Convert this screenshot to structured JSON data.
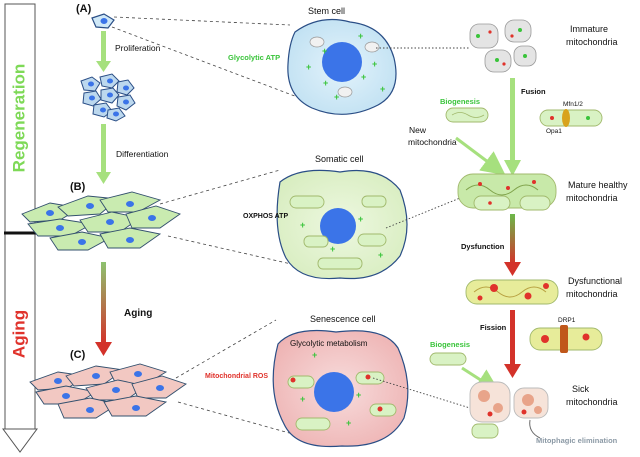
{
  "side_bar": {
    "top_label": "Regeneration",
    "bottom_label": "Aging",
    "top_color": "#7ed957",
    "bottom_color": "#e0322b"
  },
  "panels": {
    "a": {
      "tag": "(A)",
      "cell_title": "Stem cell",
      "energy_label": "Glycolytic ATP",
      "energy_color": "#39c43a"
    },
    "b": {
      "tag": "(B)",
      "cell_title": "Somatic cell",
      "energy_label": "OXPHOS ATP",
      "energy_color": "#111111"
    },
    "c": {
      "tag": "(C)",
      "cell_title": "Senescence cell",
      "metabolism_label": "Glycolytic metabolism",
      "ros_label": "Mitochondrial ROS",
      "ros_color": "#e0322b"
    }
  },
  "flow": {
    "proliferation": "Proliferation",
    "differentiation": "Differentiation",
    "aging": "Aging"
  },
  "mito": {
    "immature": [
      "Immature",
      "mitochondria"
    ],
    "fusion": "Fusion",
    "mfn": "Mfn1/2",
    "opa": "Opa1",
    "biogenesis_top": "Biogenesis",
    "new": [
      "New",
      "mitochondria"
    ],
    "mature": [
      "Mature healthy",
      "mitochondria"
    ],
    "dysfunction": "Dysfunction",
    "dysfunctional": [
      "Dysfunctional",
      "mitochondria"
    ],
    "fission": "Fission",
    "drp": "DRP1",
    "biogenesis_bottom": "Biogenesis",
    "sick": [
      "Sick",
      "mitochondria"
    ],
    "mitophagic": "Mitophagic elimination"
  },
  "colors": {
    "green_arrow": "#a6e07e",
    "red_arrow": "#d63a2c",
    "stem_fill": "#cfe8f7",
    "somatic_fill": "#e3f3cf",
    "senescence_fill": "#f3c9c9",
    "nucleus": "#3b74e8",
    "mito_fill": "#d9f2c4",
    "mito_outline": "#a1b96c"
  }
}
